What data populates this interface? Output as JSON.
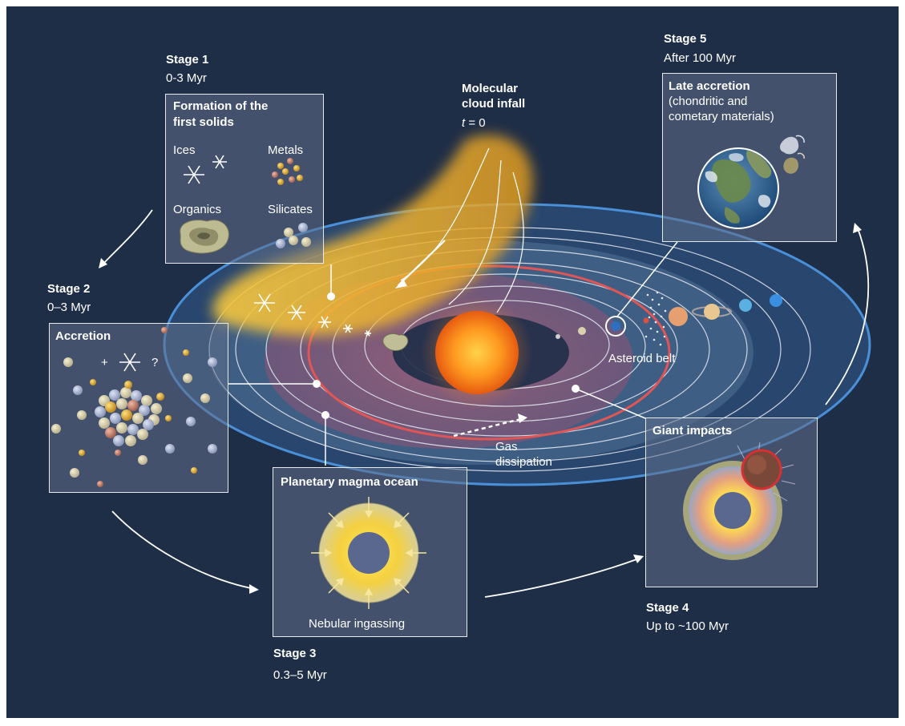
{
  "stages": {
    "s1": {
      "title": "Stage 1",
      "time": "0-3 Myr"
    },
    "s2": {
      "title": "Stage 2",
      "time": "0–3 Myr"
    },
    "s3": {
      "title": "Stage 3",
      "time": "0.3–5 Myr"
    },
    "s4": {
      "title": "Stage 4",
      "time": "Up to ~100 Myr"
    },
    "s5": {
      "title": "Stage 5",
      "time": "After 100 Myr"
    }
  },
  "panels": {
    "first_solids": {
      "title_line1": "Formation of the",
      "title_line2": "first solids",
      "ices": "Ices",
      "metals": "Metals",
      "organics": "Organics",
      "silicates": "Silicates"
    },
    "accretion": {
      "title": "Accretion",
      "plus": "+",
      "question": "?"
    },
    "magma": {
      "title": "Planetary magma ocean",
      "caption": "Nebular ingassing"
    },
    "giant": {
      "title": "Giant impacts"
    },
    "late": {
      "title": "Late accretion",
      "line2": "(chondritic and",
      "line3": "cometary materials)"
    }
  },
  "labels": {
    "cloud_line1": "Molecular",
    "cloud_line2": "cloud infall",
    "t_var": "t",
    "t_eq": " = 0",
    "asteroid_belt": "Asteroid belt",
    "gas_line1": "Gas",
    "gas_line2": "dissipation"
  },
  "colors": {
    "background": "#1f2e47",
    "disk_blue": "#4a90d9",
    "hot_zone_red": "#e05555",
    "infall_yellow": "#f2c230",
    "sun": "#ff8a1c"
  }
}
